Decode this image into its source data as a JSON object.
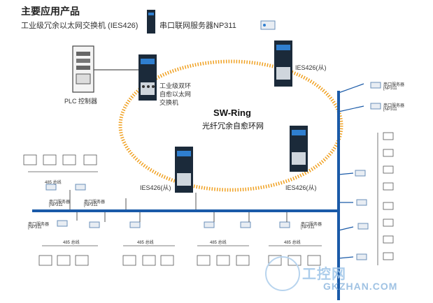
{
  "header": {
    "title": "主要应用产品",
    "product_switch": "工业级冗余以太网交换机 (IES426)",
    "product_server": "串口联网服务器NP311"
  },
  "ring": {
    "name": "SW-Ring",
    "subtitle": "光纤冗余自愈环网"
  },
  "devices": {
    "plc": "PLC 控制器",
    "main_switch": [
      "工业级双环",
      "自愈以太网",
      "交换机"
    ],
    "switch_top": "IES426(从)",
    "switch_bottom_left": "IES426(从)",
    "switch_bottom_right": "IES426(从)",
    "server_label": "串口服务器",
    "server_model": "[NP311"
  },
  "bus": {
    "label": "485 总线"
  },
  "watermark": {
    "line1": "工控网",
    "line2": "GKZHAN.COM"
  },
  "colors": {
    "ring": "#f0a020",
    "bus": "#1a5aa8",
    "switch_body": "#1b2a3a",
    "switch_accent": "#2f7fd0"
  }
}
